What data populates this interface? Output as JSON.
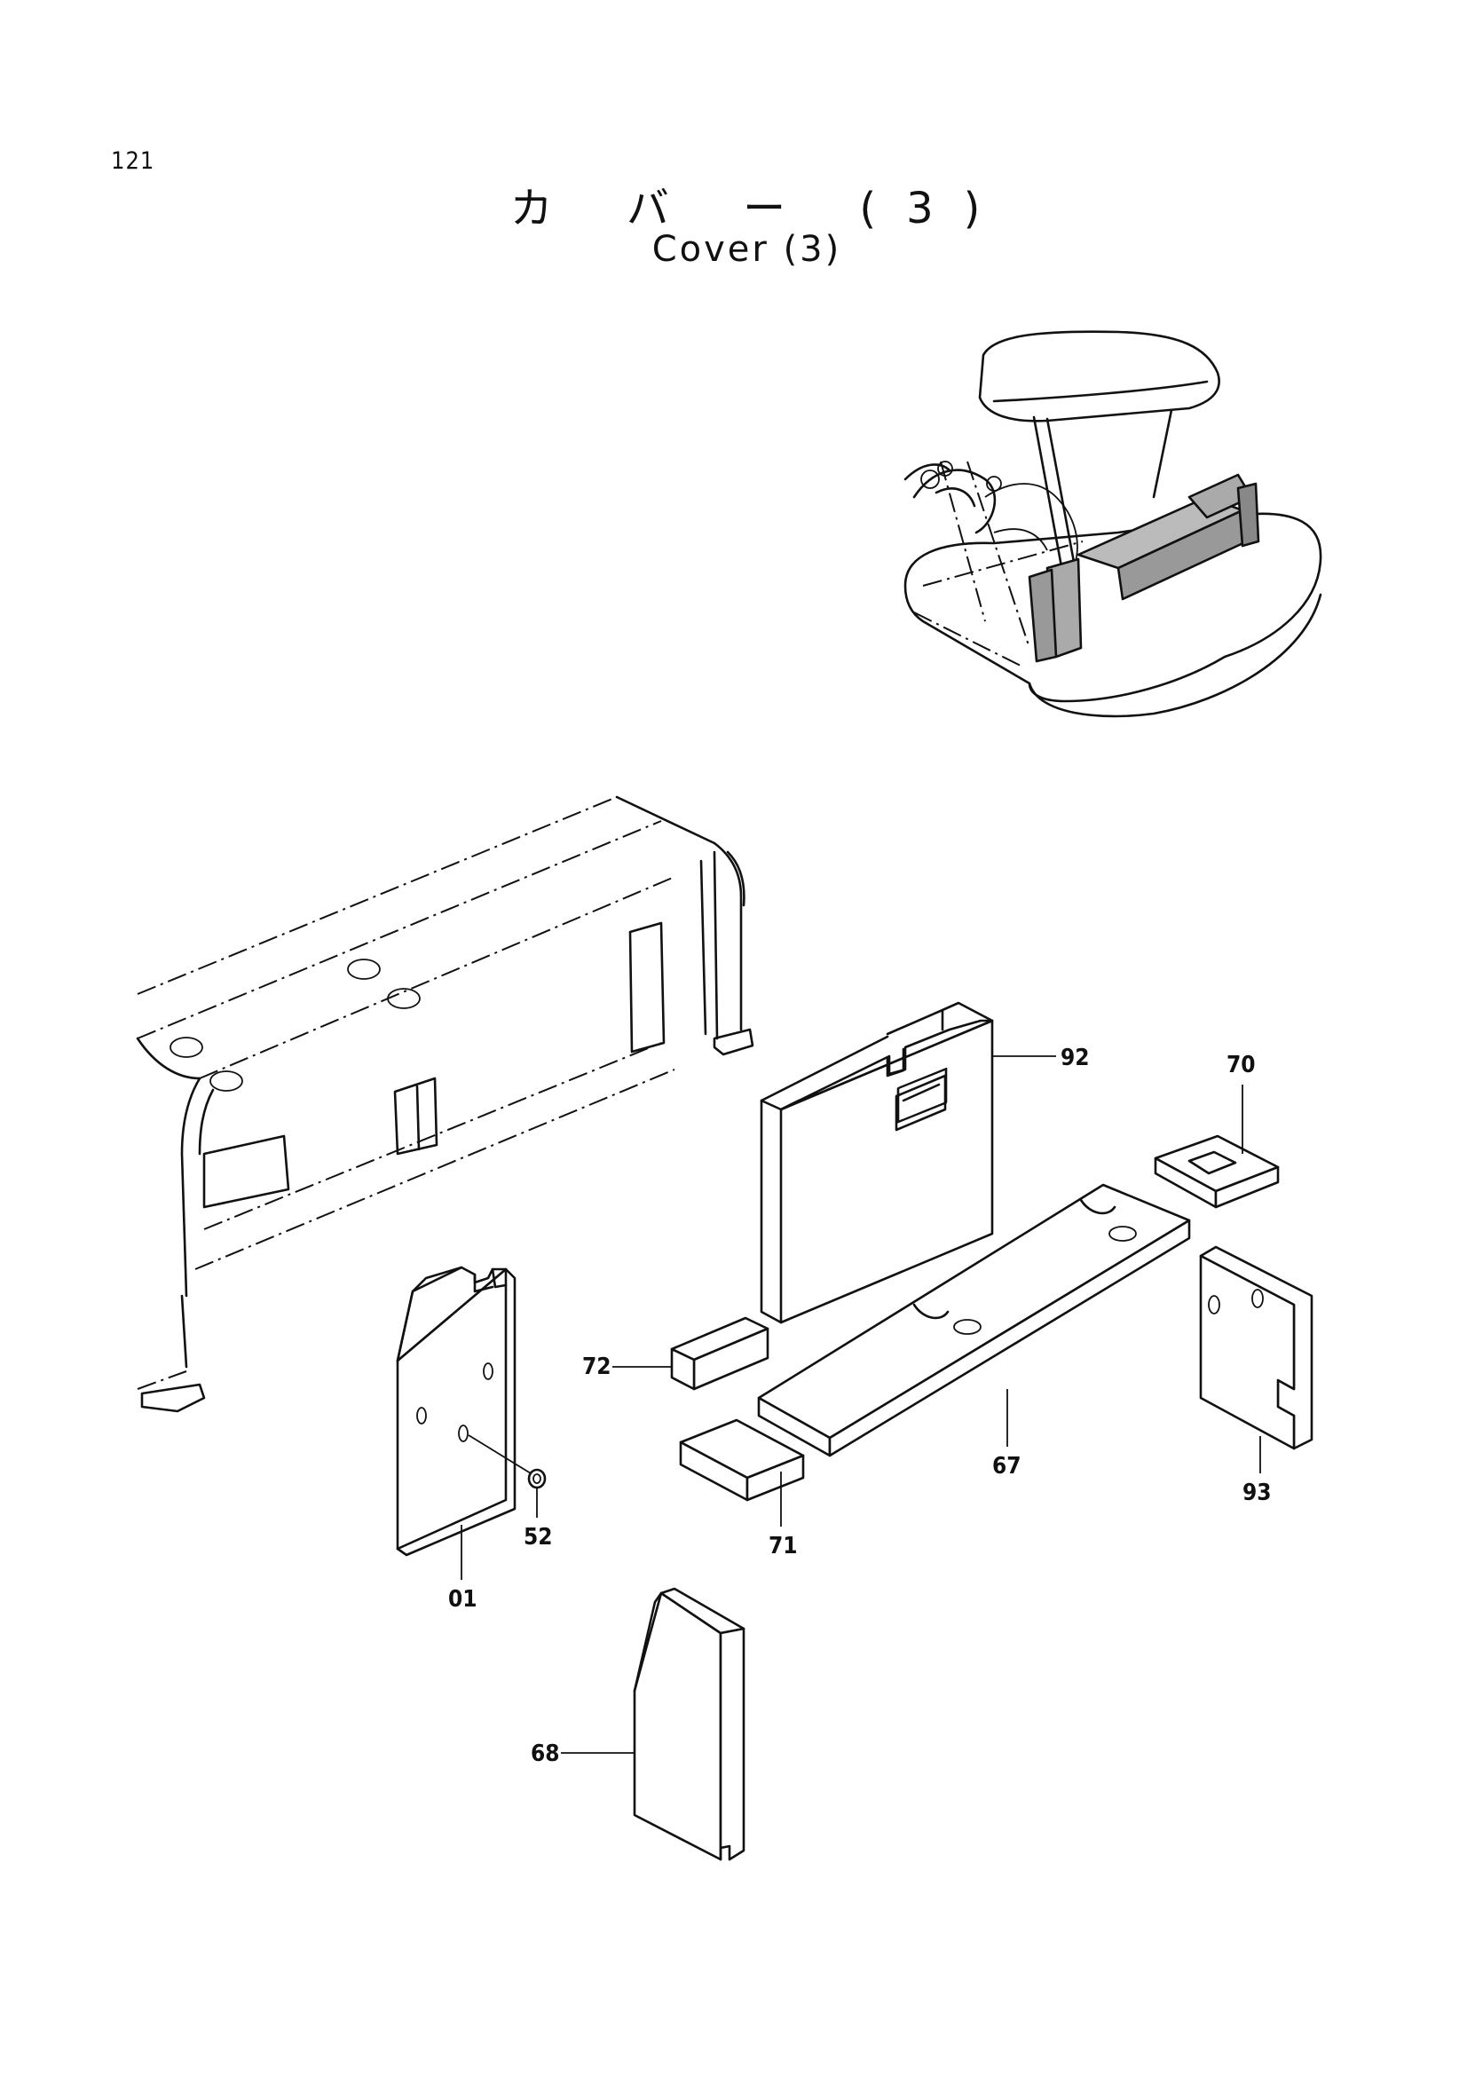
{
  "page": {
    "number": "121",
    "title_jp": "カ バ ー (3)",
    "title_en": "Cover (3)"
  },
  "parts": [
    {
      "id": "01",
      "label": "01"
    },
    {
      "id": "52",
      "label": "52"
    },
    {
      "id": "67",
      "label": "67"
    },
    {
      "id": "68",
      "label": "68"
    },
    {
      "id": "70",
      "label": "70"
    },
    {
      "id": "71",
      "label": "71"
    },
    {
      "id": "72",
      "label": "72"
    },
    {
      "id": "92",
      "label": "92"
    },
    {
      "id": "93",
      "label": "93"
    }
  ]
}
